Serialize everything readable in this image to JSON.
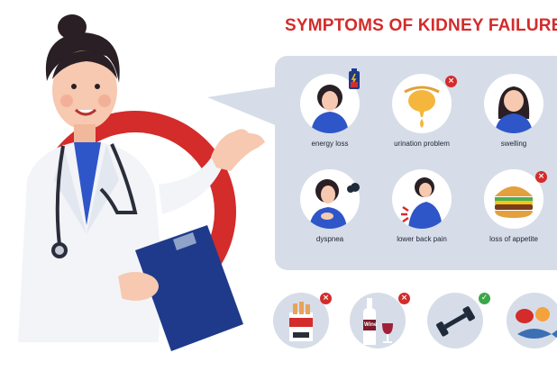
{
  "title": "SYMPTOMS OF KIDNEY FAILURE",
  "symptoms": [
    {
      "label": "energy loss",
      "icon": "low-battery-icon"
    },
    {
      "label": "urination problem",
      "icon": "bladder-icon"
    },
    {
      "label": "swelling",
      "icon": "swollen-face-icon"
    },
    {
      "label": "dyspnea",
      "icon": "breathless-woman-icon"
    },
    {
      "label": "lower back pain",
      "icon": "back-pain-icon"
    },
    {
      "label": "loss of appetite",
      "icon": "burger-icon"
    }
  ],
  "tips": [
    {
      "icon": "cigarettes-icon",
      "status": "avoid"
    },
    {
      "icon": "wine-icon",
      "status": "avoid",
      "text": "Wine"
    },
    {
      "icon": "dumbbell-icon",
      "status": "recommended"
    },
    {
      "icon": "healthy-food-icon",
      "status": "recommended"
    }
  ],
  "colors": {
    "accent_red": "#d42b2b",
    "panel": "#d6dde8",
    "navy": "#1f3a8a",
    "skin": "#f6c9b0"
  }
}
